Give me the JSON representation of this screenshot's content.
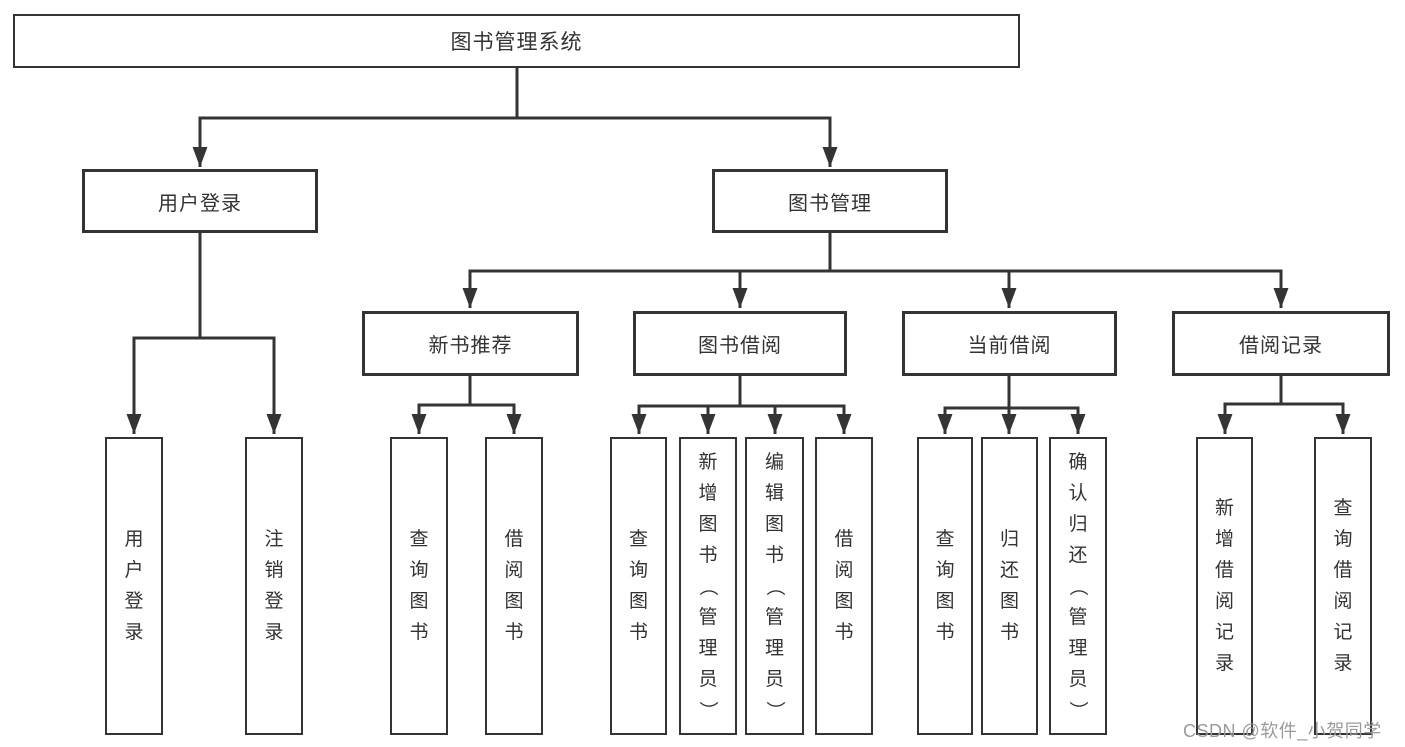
{
  "diagram": {
    "root": {
      "label": "图书管理系统"
    },
    "level1": [
      {
        "id": "user-login",
        "label": "用户登录"
      },
      {
        "id": "book-management",
        "label": "图书管理"
      }
    ],
    "level2": [
      {
        "id": "new-book-recommendation",
        "label": "新书推荐"
      },
      {
        "id": "book-borrowing",
        "label": "图书借阅"
      },
      {
        "id": "current-borrowing",
        "label": "当前借阅"
      },
      {
        "id": "borrowing-records",
        "label": "借阅记录"
      }
    ],
    "leaves": [
      {
        "id": "user-login-leaf",
        "parent": "user-login",
        "label": "用户登录"
      },
      {
        "id": "logout",
        "parent": "user-login",
        "label": "注销登录"
      },
      {
        "id": "query-books-1",
        "parent": "new-book-recommendation",
        "label": "查询图书"
      },
      {
        "id": "borrow-books-1",
        "parent": "new-book-recommendation",
        "label": "借阅图书"
      },
      {
        "id": "query-books-2",
        "parent": "book-borrowing",
        "label": "查询图书"
      },
      {
        "id": "add-book-admin",
        "parent": "book-borrowing",
        "label": "新增图书（管理员）"
      },
      {
        "id": "edit-book-admin",
        "parent": "book-borrowing",
        "label": "编辑图书（管理员）"
      },
      {
        "id": "borrow-books-2",
        "parent": "book-borrowing",
        "label": "借阅图书"
      },
      {
        "id": "query-books-3",
        "parent": "current-borrowing",
        "label": "查询图书"
      },
      {
        "id": "return-books",
        "parent": "current-borrowing",
        "label": "归还图书"
      },
      {
        "id": "confirm-return-admin",
        "parent": "current-borrowing",
        "label": "确认归还（管理员）"
      },
      {
        "id": "add-borrow-record",
        "parent": "borrowing-records",
        "label": "新增借阅记录"
      },
      {
        "id": "query-borrow-record",
        "parent": "borrowing-records",
        "label": "查询借阅记录"
      }
    ],
    "watermark": "CSDN @软件_小贺同学",
    "colors": {
      "line": "#343434",
      "text": "#333333",
      "box_background": "#ffffff",
      "watermark": "#9a9a9a"
    }
  }
}
